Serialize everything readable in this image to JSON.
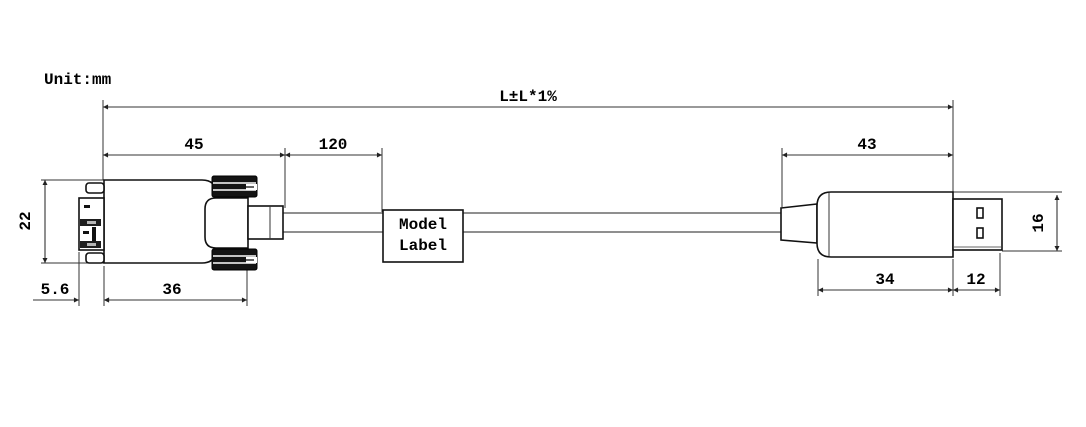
{
  "meta": {
    "unit_label": "Unit:mm"
  },
  "dimensions": {
    "overall_length": "L±L*1%",
    "left_connector_length": "45",
    "cable_to_label": "120",
    "right_connector_length": "43",
    "left_connector_height": "22",
    "mating_face_depth": "5.6",
    "left_body_length": "36",
    "usb_body_length": "34",
    "usb_plug_length": "12",
    "usb_plug_height": "16"
  },
  "label": {
    "line1": "Model",
    "line2": "Label"
  },
  "colors": {
    "line": "#111111",
    "dim_line": "#333333",
    "cable": "#8f8f8f",
    "screw": "#141414",
    "background": "#ffffff"
  }
}
